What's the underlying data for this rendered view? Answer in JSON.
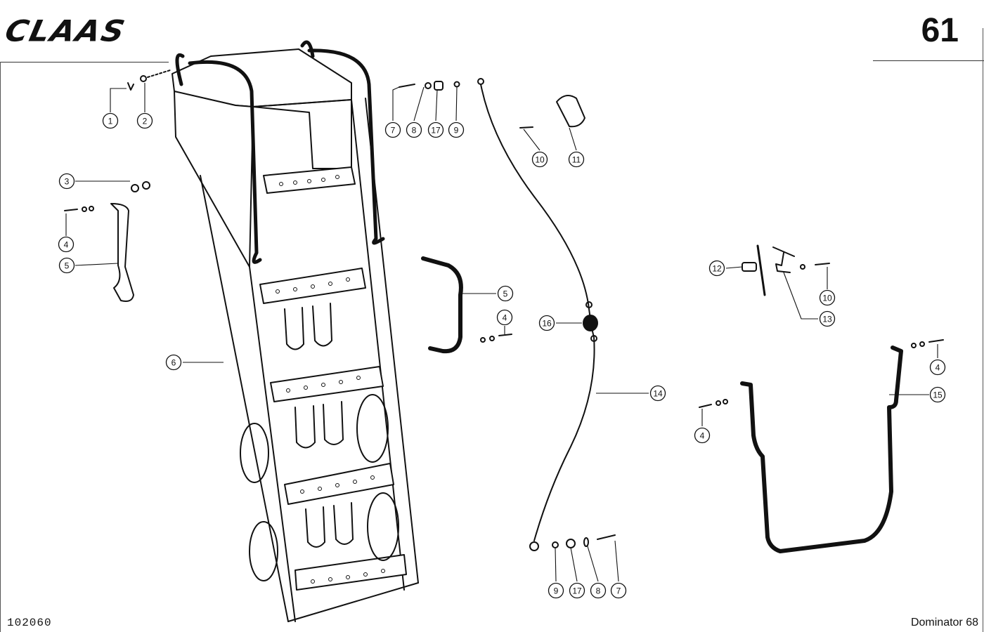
{
  "header": {
    "brand": "CLAAS",
    "page_number": "61"
  },
  "footer": {
    "document_number": "102060",
    "model": "Dominator 68"
  },
  "callouts": [
    {
      "label": "1",
      "name": "callout-1"
    },
    {
      "label": "2",
      "name": "callout-2"
    },
    {
      "label": "3",
      "name": "callout-3"
    },
    {
      "label": "4",
      "name": "callout-4-left"
    },
    {
      "label": "5",
      "name": "callout-5-left"
    },
    {
      "label": "6",
      "name": "callout-6"
    },
    {
      "label": "7",
      "name": "callout-7-top"
    },
    {
      "label": "8",
      "name": "callout-8-top"
    },
    {
      "label": "17",
      "name": "callout-17-top"
    },
    {
      "label": "9",
      "name": "callout-9-top"
    },
    {
      "label": "10",
      "name": "callout-10-top"
    },
    {
      "label": "11",
      "name": "callout-11"
    },
    {
      "label": "5",
      "name": "callout-5-center"
    },
    {
      "label": "4",
      "name": "callout-4-center"
    },
    {
      "label": "16",
      "name": "callout-16"
    },
    {
      "label": "14",
      "name": "callout-14"
    },
    {
      "label": "9",
      "name": "callout-9-bottom"
    },
    {
      "label": "17",
      "name": "callout-17-bottom"
    },
    {
      "label": "8",
      "name": "callout-8-bottom"
    },
    {
      "label": "7",
      "name": "callout-7-bottom"
    },
    {
      "label": "12",
      "name": "callout-12"
    },
    {
      "label": "13",
      "name": "callout-13"
    },
    {
      "label": "10",
      "name": "callout-10-right"
    },
    {
      "label": "4",
      "name": "callout-4-right-top"
    },
    {
      "label": "15",
      "name": "callout-15"
    },
    {
      "label": "4",
      "name": "callout-4-right-bottom"
    }
  ]
}
